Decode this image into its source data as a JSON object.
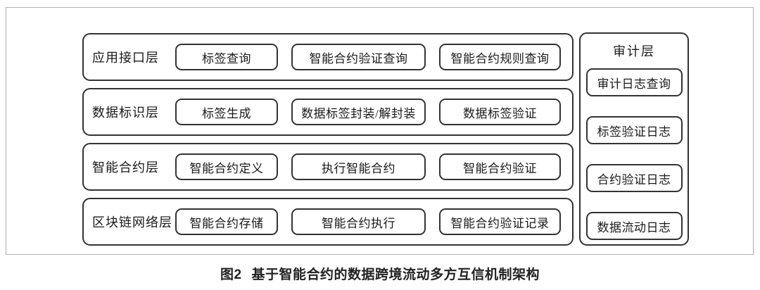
{
  "colors": {
    "box_border": "#333333",
    "frame_border": "#b0b0b0",
    "background": "#ffffff",
    "text": "#1a1a1a"
  },
  "layers": [
    {
      "name": "应用接口层",
      "modules": [
        "标签查询",
        "智能合约验证查询",
        "智能合约规则查询"
      ]
    },
    {
      "name": "数据标识层",
      "modules": [
        "标签生成",
        "数据标签封装/解封装",
        "数据标签验证"
      ]
    },
    {
      "name": "智能合约层",
      "modules": [
        "智能合约定义",
        "执行智能合约",
        "智能合约验证"
      ]
    },
    {
      "name": "区块链网络层",
      "modules": [
        "智能合约存储",
        "智能合约执行",
        "智能合约验证记录"
      ]
    }
  ],
  "audit": {
    "title": "审计层",
    "logs": [
      "审计日志查询",
      "标签验证日志",
      "合约验证日志",
      "数据流动日志"
    ]
  },
  "caption": {
    "number": "图2",
    "title": "基于智能合约的数据跨境流动多方互信机制架构"
  }
}
